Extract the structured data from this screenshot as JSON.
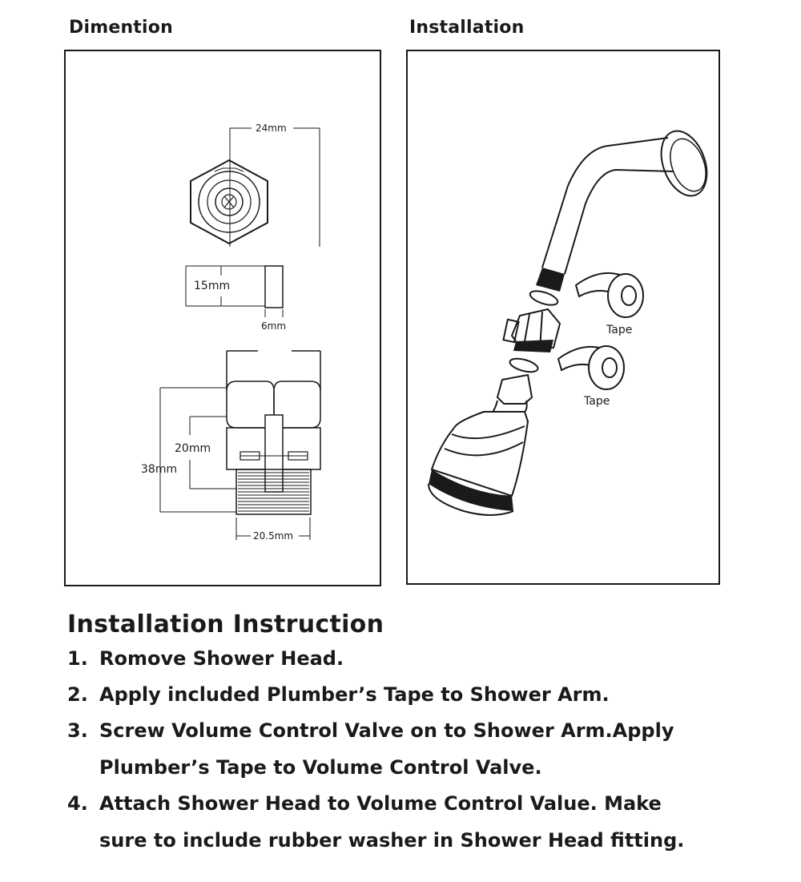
{
  "sections": {
    "dimension_title": "Dimention",
    "installation_title": "Installation"
  },
  "dimension_labels": {
    "width_top": "24mm",
    "thickness": "15mm",
    "slot": "6mm",
    "inner_height": "20mm",
    "total_height": "38mm",
    "thread_width": "20.5mm"
  },
  "installation_labels": {
    "tape_1": "Tape",
    "tape_2": "Tape"
  },
  "instructions": {
    "title": "Installation  Instruction",
    "steps": [
      {
        "num": "1.",
        "lines": [
          "Romove Shower Head."
        ]
      },
      {
        "num": "2.",
        "lines": [
          "Apply included Plumber’s Tape to Shower Arm."
        ]
      },
      {
        "num": "3.",
        "lines": [
          "Screw Volume Control Valve on to Shower Arm.Apply",
          "Plumber’s Tape to Volume Control  Valve."
        ]
      },
      {
        "num": "4.",
        "lines": [
          "Attach Shower Head to Volume Control Value. Make",
          "sure to include rubber washer in Shower Head fitting."
        ]
      }
    ]
  }
}
